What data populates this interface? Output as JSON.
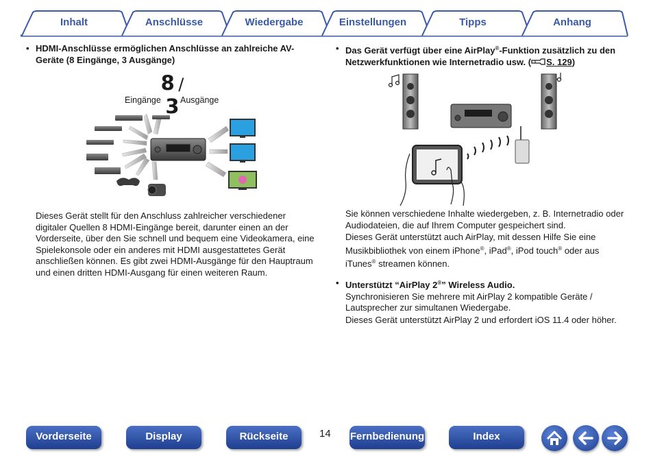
{
  "tabs": [
    "Inhalt",
    "Anschlüsse",
    "Wiedergabe",
    "Einstellungen",
    "Tipps",
    "Anhang"
  ],
  "left": {
    "bullet": "HDMI-Anschlüsse ermöglichen Anschlüsse an zahlreiche AV-Geräte (8 Eingänge, 3 Ausgänge)",
    "inputs_count": "8",
    "slash": "/",
    "outputs_count": "3",
    "inputs_label": "Eingänge",
    "outputs_label": "Ausgänge",
    "body": "Dieses Gerät stellt für den Anschluss zahlreicher verschiedener digitaler Quellen 8 HDMI-Eingänge bereit, darunter einen an der Vorderseite, über den Sie schnell und bequem eine Videokamera, eine Spielekonsole oder ein anderes mit HDMI ausgestattetes Gerät anschließen können. Es gibt zwei HDMI-Ausgänge für den Hauptraum und einen dritten HDMI-Ausgang für einen weiteren Raum."
  },
  "right": {
    "bullet1_a": "Das Gerät verfügt über eine AirPlay",
    "bullet1_reg": "®",
    "bullet1_b": "-Funktion zusätzlich zu den Netzwerkfunktionen wie Internetradio usw.  (",
    "bullet1_ref": "S. 129",
    "bullet1_close": ")",
    "p1": "Sie können verschiedene Inhalte wiedergeben, z. B. Internetradio oder Audiodateien, die auf Ihrem Computer gespeichert sind.",
    "p2_a": "Dieses Gerät unterstützt auch AirPlay, mit dessen Hilfe Sie eine Musikbibliothek von einem iPhone",
    "reg": "®",
    "p2_b": ", iPad",
    "p2_c": ", iPod touch",
    "p2_d": " oder aus iTunes",
    "p2_e": " streamen können.",
    "bullet2_a": "Unterstützt “AirPlay 2",
    "bullet2_b": "” Wireless Audio.",
    "p3": "Synchronisieren Sie mehrere mit AirPlay 2 kompatible Geräte / Lautsprecher zur simultanen Wiedergabe.",
    "p4": "Dieses Gerät unterstützt AirPlay 2 und erfordert iOS 11.4 oder höher."
  },
  "nav": {
    "front": "Vorderseite",
    "display": "Display",
    "rear": "Rückseite",
    "page": "14",
    "remote": "Fernbedienung",
    "index": "Index"
  },
  "icons": {
    "home": "home-icon",
    "back": "arrow-left-icon",
    "forward": "arrow-right-icon"
  },
  "colors": {
    "accent": "#3a5aa8",
    "button": "#1f3f8f"
  }
}
